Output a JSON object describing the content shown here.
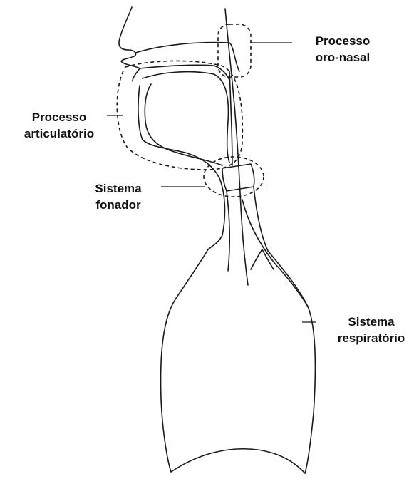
{
  "labels": {
    "oronasal": [
      "Processo",
      "oro-nasal"
    ],
    "articulatory": [
      "Processo",
      "articulatório"
    ],
    "phonatory": [
      "Sistema",
      "fonador"
    ],
    "respiratory": [
      "Sistema",
      "respiratório"
    ]
  }
}
